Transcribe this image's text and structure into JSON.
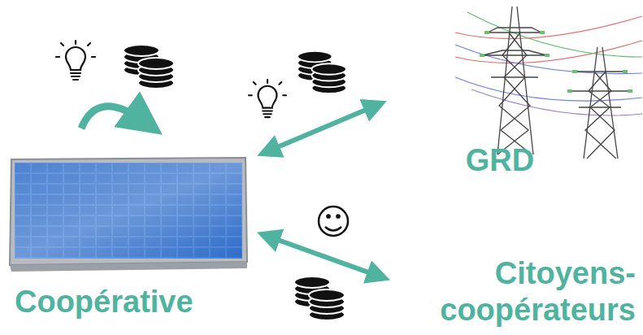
{
  "diagram": {
    "nodes": [
      {
        "text": [
          "Coopérative"
        ]
      },
      {
        "text": [
          "GRD"
        ]
      },
      {
        "text": [
          "Citoyens- coopérateurs"
        ]
      }
    ],
    "edges": [
      {
        "from": 0,
        "to": 1,
        "arrow": "both"
      },
      {
        "from": 0,
        "to": 2,
        "arrow": "both"
      }
    ]
  }
}
